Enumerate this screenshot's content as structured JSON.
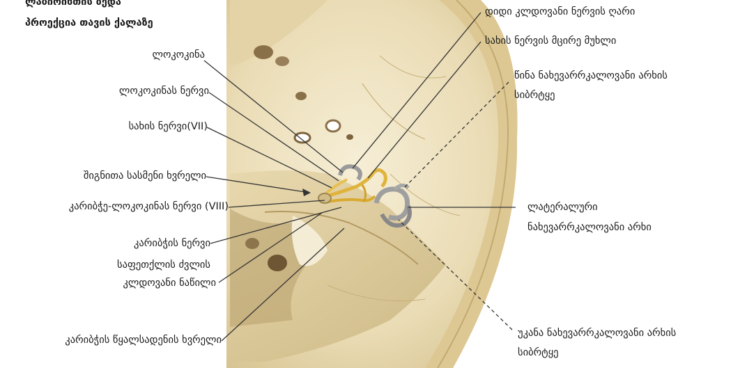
{
  "title": {
    "line1": "ლაბირინთის ზედა",
    "line2": "პროექცია თავის ქალაზე"
  },
  "labels": {
    "cochlea": "ლოკოკინა",
    "cochlear_nerve": "ლოკოკინას ნერვი",
    "facial_nerve": "სახის ნერვი(VII)",
    "internal_acoustic_meatus": "შიგნითა სასმენი ხვრელი",
    "vestibulocochlear_nerve": "კარიბჭე-ლოკოკინას ნერვი (VIII)",
    "vestibular_nerve": "კარიბჭის ნერვი",
    "petrous_part_1": "საფეთქლის ძვლის",
    "petrous_part_2": "კლდოვანი ნაწილი",
    "vestibular_aqueduct": "კარიბჭის წყალსადენის ხვრელი",
    "greater_petrosal_hiatus": "დიდი კლდოვანი ნერვის ღარი",
    "geniculate_ganglion": "სახის ნერვის მცირე მუხლი",
    "anterior_canal_1": "წინა ნახევარრკალოვანი არხის",
    "anterior_canal_2": "სიბრტყე",
    "lateral_canal_1": "ლატერალური",
    "lateral_canal_2": "ნახევარრკალოვანი არხი",
    "posterior_canal_1": "უკანა ნახევარრკალოვანი არხის",
    "posterior_canal_2": "სიბრტყე"
  },
  "colors": {
    "bone": "#efe4c4",
    "bone_shadow": "#d9c79a",
    "bone_dark": "#b9a270",
    "nerve": "#e0b43c",
    "canal": "#9d9d9d",
    "leader": "#333333"
  }
}
